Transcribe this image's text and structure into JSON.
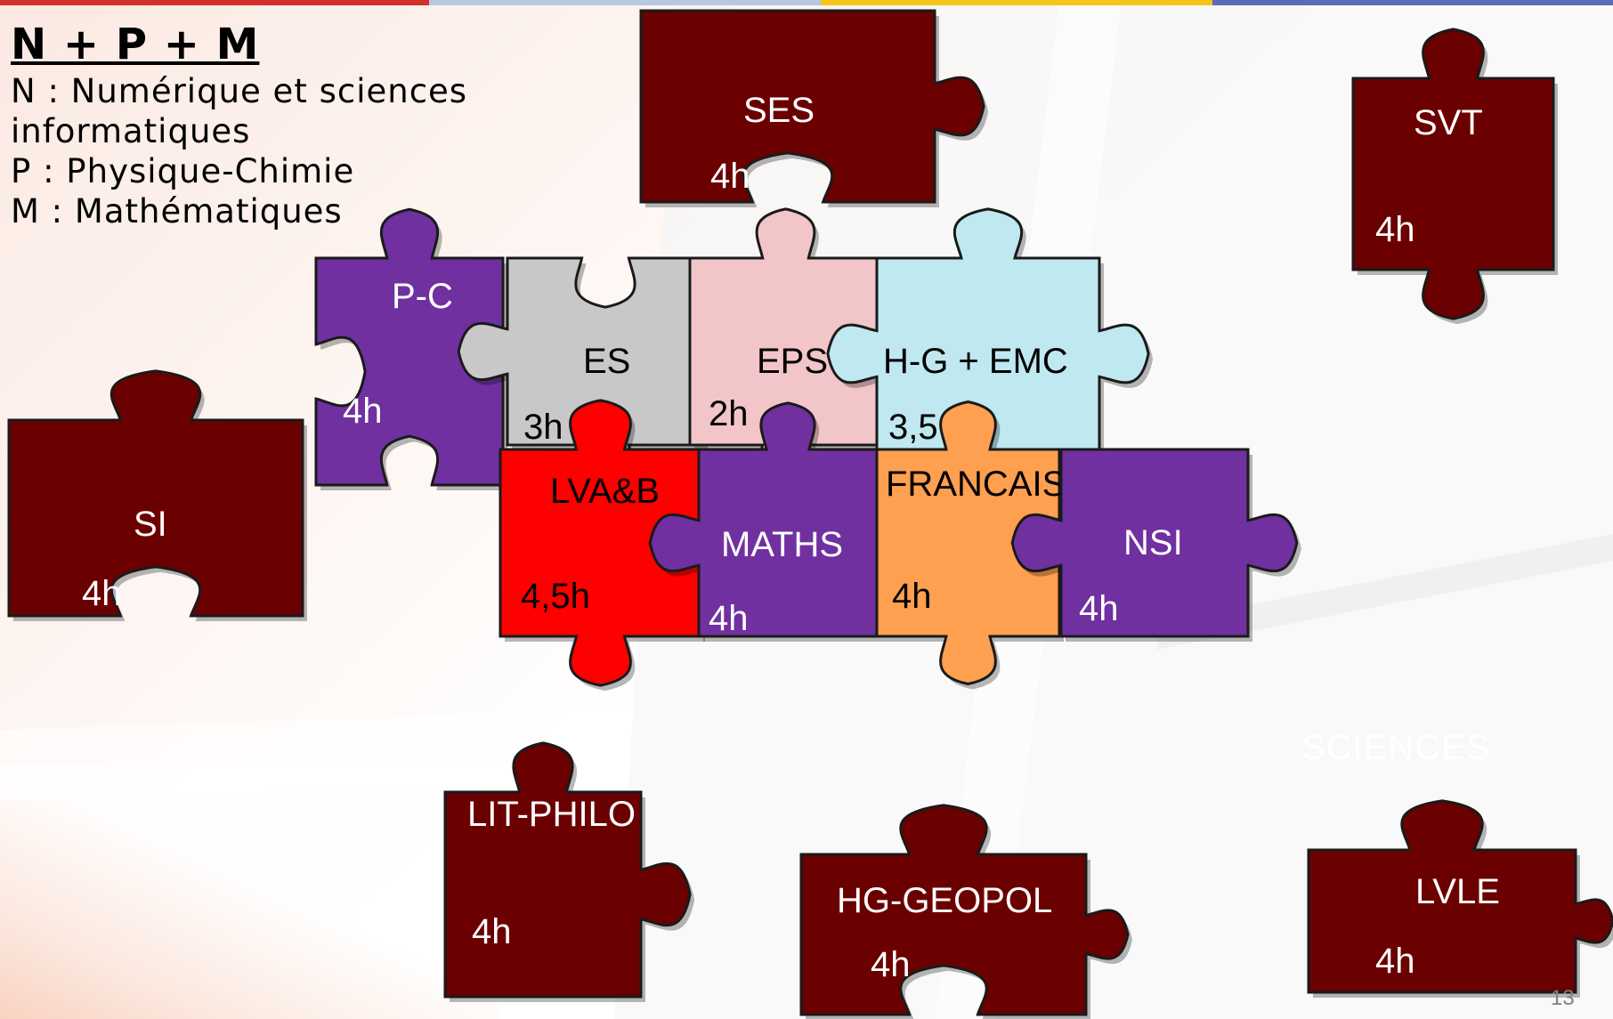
{
  "legend": {
    "title": "N + P + M",
    "lines": [
      "N : Numérique et sciences",
      "informatiques",
      "P : Physique-Chimie",
      "M : Mathématiques"
    ]
  },
  "watermark": "SCIENCES",
  "page_number": "13",
  "colors": {
    "maroon": "#6b0000",
    "purple": "#7030a0",
    "grey": "#c8c8c8",
    "pink": "#f2c5c8",
    "light_blue": "#bfe8f0",
    "red": "#ff0000",
    "orange": "#ff9f50"
  },
  "pieces": [
    {
      "id": "ses",
      "label": "SES",
      "hours": "4h",
      "color": "#6b0000",
      "text_color": "#ffffff"
    },
    {
      "id": "svt",
      "label": "SVT",
      "hours": "4h",
      "color": "#6b0000",
      "text_color": "#ffffff"
    },
    {
      "id": "si",
      "label": "SI",
      "hours": "4h",
      "color": "#6b0000",
      "text_color": "#ffffff"
    },
    {
      "id": "pc",
      "label": "P-C",
      "hours": "4h",
      "color": "#7030a0",
      "text_color": "#ffffff"
    },
    {
      "id": "es",
      "label": "ES",
      "hours": "3h",
      "color": "#c8c8c8",
      "text_color": "#000000"
    },
    {
      "id": "eps",
      "label": "EPS",
      "hours": "2h",
      "color": "#f2c5c8",
      "text_color": "#000000"
    },
    {
      "id": "hg-emc",
      "label": "H-G + EMC",
      "hours": "3,5",
      "color": "#bfe8f0",
      "text_color": "#000000"
    },
    {
      "id": "lvab",
      "label": "LVA&B",
      "hours": "4,5h",
      "color": "#ff0000",
      "text_color": "#000000"
    },
    {
      "id": "maths",
      "label": "MATHS",
      "hours": "4h",
      "color": "#7030a0",
      "text_color": "#ffffff"
    },
    {
      "id": "francais",
      "label": "FRANCAIS",
      "hours": "4h",
      "color": "#ff9f50",
      "text_color": "#000000"
    },
    {
      "id": "nsi",
      "label": "NSI",
      "hours": "4h",
      "color": "#7030a0",
      "text_color": "#ffffff"
    },
    {
      "id": "lit-philo",
      "label": "LIT-PHILO",
      "hours": "4h",
      "color": "#6b0000",
      "text_color": "#ffffff"
    },
    {
      "id": "hg-geopol",
      "label": "HG-GEOPOL",
      "hours": "4h",
      "color": "#6b0000",
      "text_color": "#ffffff"
    },
    {
      "id": "lvle",
      "label": "LVLE",
      "hours": "4h",
      "color": "#6b0000",
      "text_color": "#ffffff"
    }
  ]
}
